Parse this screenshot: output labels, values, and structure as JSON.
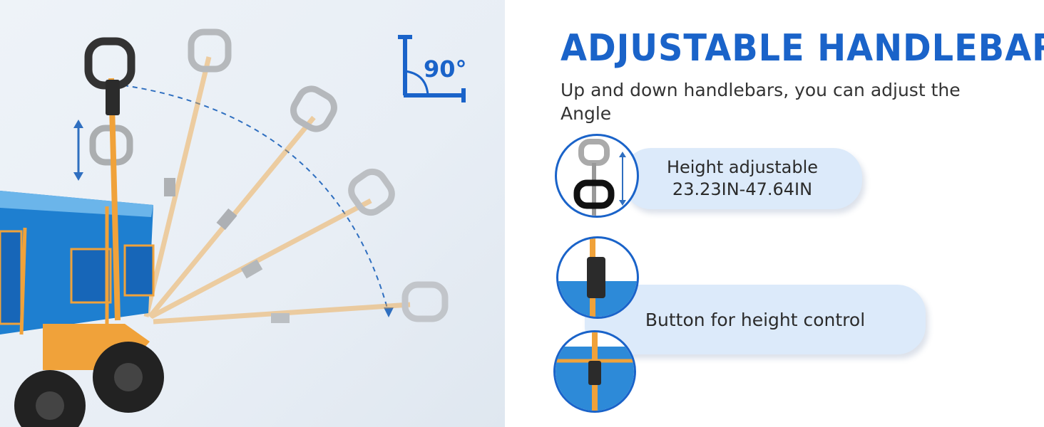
{
  "headline": "ADJUSTABLE HANDLEBAR",
  "subtitle": "Up and down handlebars, you can adjust the Angle",
  "angle_label": "90°",
  "features": [
    {
      "line1": "Height adjustable",
      "line2": "23.23IN-47.64IN"
    },
    {
      "line1": "Button for height control"
    }
  ],
  "colors": {
    "accent": "#1a63c9",
    "frame": "#f0a23a",
    "pill": "#dceafa",
    "fabric": "#1e7fd0"
  },
  "icons": [
    "angle-icon",
    "up-down-arrow-icon",
    "handle-icon",
    "lock-button-icon"
  ]
}
